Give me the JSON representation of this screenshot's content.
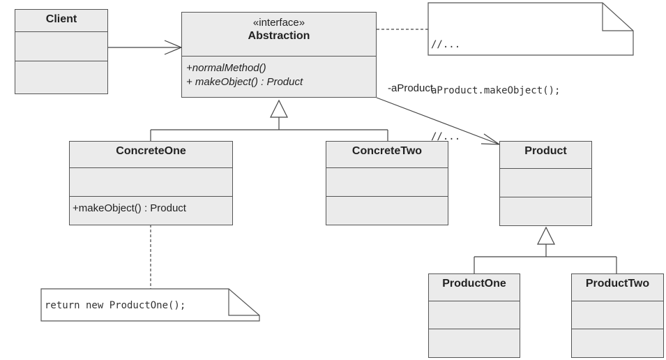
{
  "client": {
    "name": "Client"
  },
  "abstraction": {
    "stereotype": "«interface»",
    "name": "Abstraction",
    "methods": [
      "+normalMethod()",
      "+ makeObject() : Product"
    ]
  },
  "concrete_one": {
    "name": "ConcreteOne",
    "methods": [
      "+makeObject() : Product"
    ]
  },
  "concrete_two": {
    "name": "ConcreteTwo"
  },
  "product": {
    "name": "Product"
  },
  "product_one": {
    "name": "ProductOne"
  },
  "product_two": {
    "name": "ProductTwo"
  },
  "association_label": "-aProduct",
  "note_top": {
    "lines": [
      "//...",
      "aProduct.makeObject();",
      "//..."
    ]
  },
  "note_bottom": {
    "text": "return new ProductOne();"
  }
}
